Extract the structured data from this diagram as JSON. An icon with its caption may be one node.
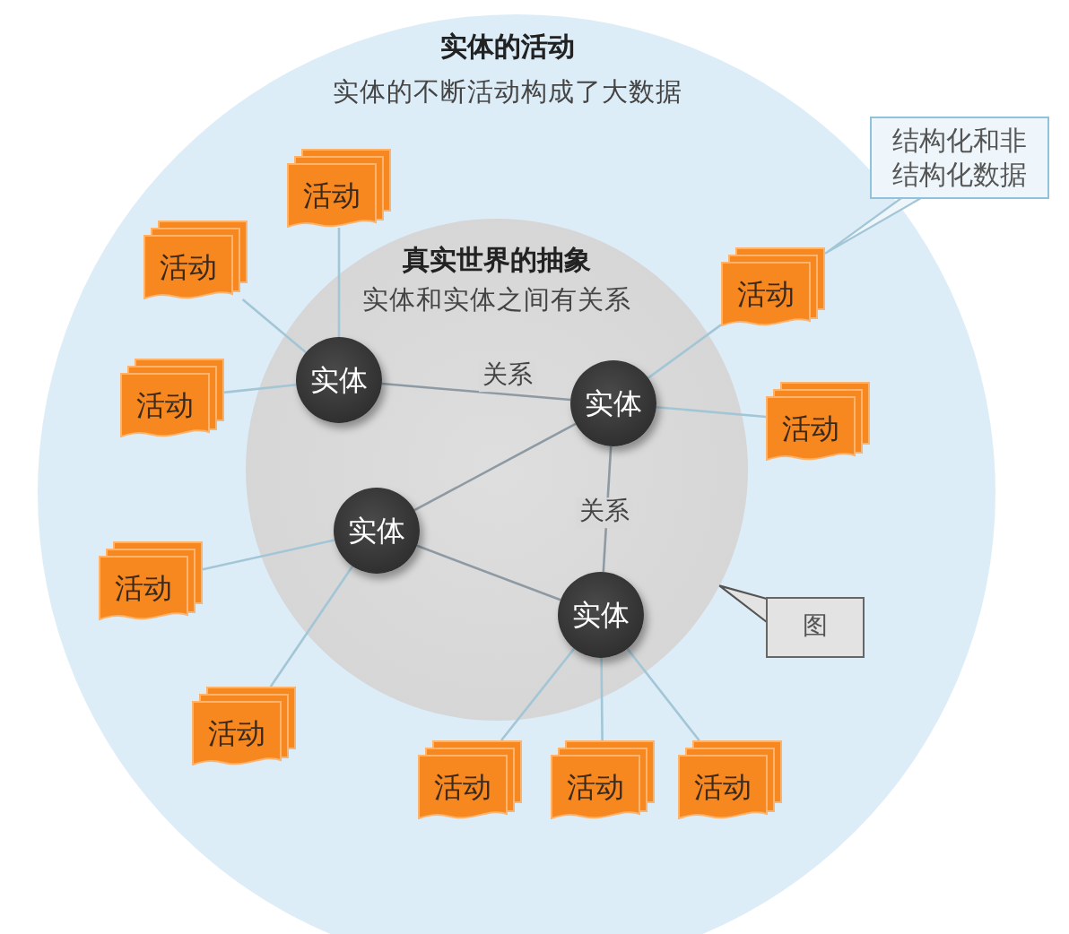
{
  "diagram": {
    "nodes": [
      {
        "text": [
          "实体的活动",
          "实体的不断活动构成了大数据"
        ]
      },
      {
        "text": [
          "结构化和非结构化数据"
        ]
      },
      {
        "text": [
          "活动"
        ],
        "in": 0
      },
      {
        "text": [
          "活动"
        ],
        "in": 0
      },
      {
        "text": [
          "真实世界的抽象",
          "实体和实体之间有关系"
        ],
        "in": 0
      },
      {
        "text": [
          "活动"
        ],
        "in": 0
      },
      {
        "text": [
          "实体"
        ],
        "in": 4
      },
      {
        "text": [
          "活动"
        ],
        "in": 0
      },
      {
        "text": [
          "实体"
        ],
        "in": 4
      },
      {
        "text": [
          "活动"
        ],
        "in": 0
      },
      {
        "text": [
          "实体"
        ],
        "in": 4
      },
      {
        "text": [
          "活动"
        ],
        "in": 0
      },
      {
        "text": [
          "实体"
        ],
        "in": 4
      },
      {
        "text": [
          "图"
        ],
        "in": 0
      },
      {
        "text": [
          "活动"
        ],
        "in": 0
      },
      {
        "text": [
          "活动"
        ],
        "in": 0
      },
      {
        "text": [
          "活动"
        ],
        "in": 0
      },
      {
        "text": [
          "活动"
        ],
        "in": 0
      }
    ],
    "edges": [
      {
        "from": 6,
        "to": 2,
        "arrow": "none"
      },
      {
        "from": 6,
        "to": 3,
        "arrow": "none"
      },
      {
        "from": 6,
        "to": 7,
        "arrow": "none"
      },
      {
        "from": 6,
        "to": 8,
        "arrow": "none",
        "label": "关系",
        "color": "#8e9aa3"
      },
      {
        "from": 8,
        "to": 5,
        "arrow": "none"
      },
      {
        "from": 8,
        "to": 9,
        "arrow": "none"
      },
      {
        "from": 10,
        "to": 8,
        "arrow": "none",
        "color": "#8e9aa3"
      },
      {
        "from": 8,
        "to": 12,
        "arrow": "none",
        "label": "关系",
        "color": "#8e9aa3"
      },
      {
        "from": 10,
        "to": 11,
        "arrow": "none"
      },
      {
        "from": 10,
        "to": 14,
        "arrow": "none"
      },
      {
        "from": 10,
        "to": 12,
        "arrow": "none",
        "color": "#8e9aa3"
      },
      {
        "from": 12,
        "to": 15,
        "arrow": "none"
      },
      {
        "from": 12,
        "to": 16,
        "arrow": "none"
      },
      {
        "from": 12,
        "to": 17,
        "arrow": "none"
      },
      {
        "from": 1,
        "to": 5,
        "arrow": "none"
      },
      {
        "from": 13,
        "to": 4,
        "arrow": "to",
        "color": "#555555"
      }
    ]
  }
}
